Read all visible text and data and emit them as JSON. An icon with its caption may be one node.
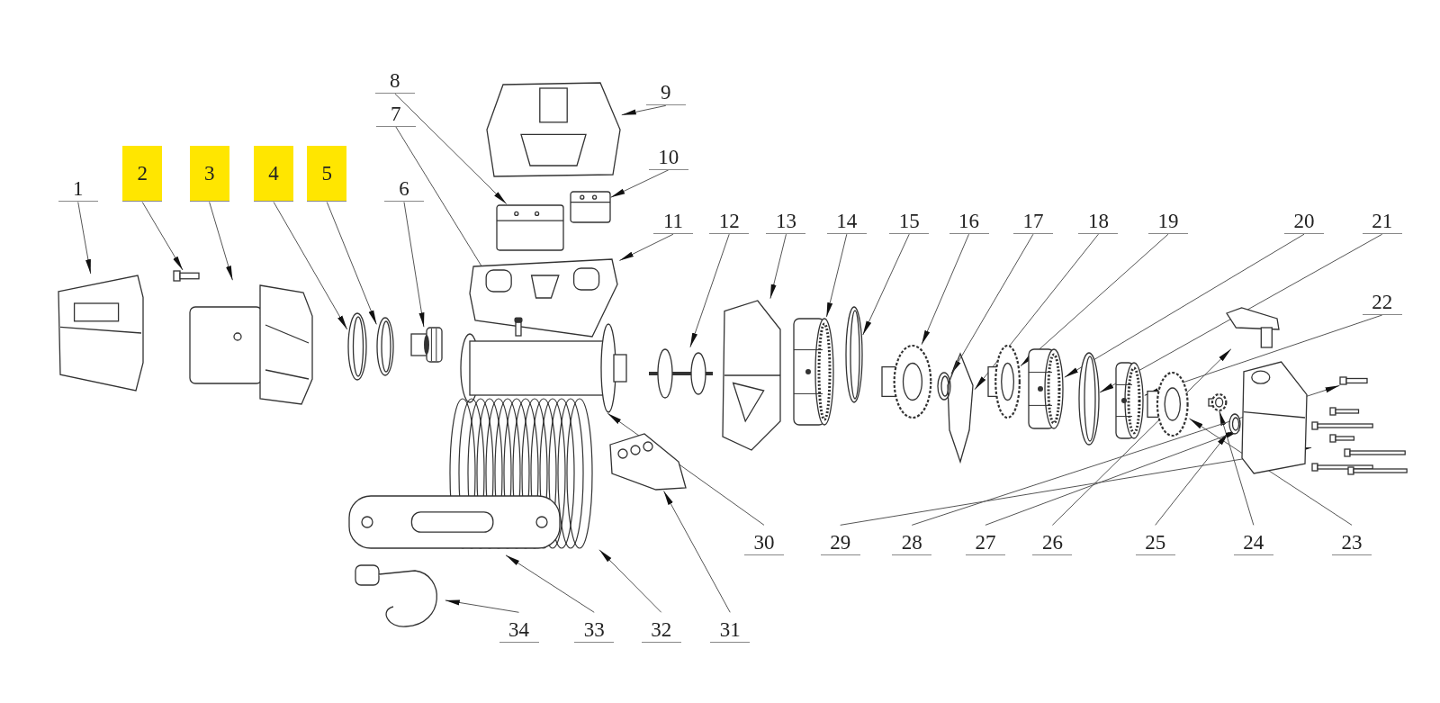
{
  "diagram": {
    "nodes": [
      {
        "text": [
          "1"
        ]
      },
      {
        "text": [
          "2"
        ]
      },
      {
        "text": [
          "3"
        ]
      },
      {
        "text": [
          "4"
        ]
      },
      {
        "text": [
          "5"
        ]
      },
      {
        "text": [
          "6"
        ]
      },
      {
        "text": [
          "7"
        ]
      },
      {
        "text": [
          "8"
        ]
      },
      {
        "text": [
          "9"
        ]
      },
      {
        "text": [
          "10"
        ]
      },
      {
        "text": [
          "11"
        ]
      },
      {
        "text": [
          "12"
        ]
      },
      {
        "text": [
          "13"
        ]
      },
      {
        "text": [
          "14"
        ]
      },
      {
        "text": [
          "15"
        ]
      },
      {
        "text": [
          "16"
        ]
      },
      {
        "text": [
          "17"
        ]
      },
      {
        "text": [
          "18"
        ]
      },
      {
        "text": [
          "19"
        ]
      },
      {
        "text": [
          "20"
        ]
      },
      {
        "text": [
          "21"
        ]
      },
      {
        "text": [
          "22"
        ]
      },
      {
        "text": [
          "23"
        ]
      },
      {
        "text": [
          "24"
        ]
      },
      {
        "text": [
          "25"
        ]
      },
      {
        "text": [
          "26"
        ]
      },
      {
        "text": [
          "27"
        ]
      },
      {
        "text": [
          "28"
        ]
      },
      {
        "text": [
          "29"
        ]
      },
      {
        "text": [
          "30"
        ]
      },
      {
        "text": [
          "31"
        ]
      },
      {
        "text": [
          "32"
        ]
      },
      {
        "text": [
          "33"
        ]
      },
      {
        "text": [
          "34"
        ]
      },
      {
        "text": [],
        "shape": "picture"
      },
      {
        "text": [],
        "shape": "picture"
      },
      {
        "text": [],
        "shape": "picture"
      },
      {
        "text": [],
        "shape": "picture"
      },
      {
        "text": [],
        "shape": "picture"
      },
      {
        "text": [],
        "shape": "picture"
      },
      {
        "text": [],
        "shape": "picture",
        "in": 44
      },
      {
        "text": [],
        "shape": "picture"
      },
      {
        "text": [],
        "shape": "picture"
      },
      {
        "text": [],
        "shape": "picture"
      },
      {
        "text": [],
        "shape": "picture"
      },
      {
        "text": [],
        "shape": "picture"
      },
      {
        "text": [],
        "shape": "picture"
      },
      {
        "text": [],
        "shape": "picture"
      },
      {
        "text": [],
        "shape": "picture"
      },
      {
        "text": [],
        "shape": "picture"
      },
      {
        "text": [],
        "shape": "picture"
      },
      {
        "text": [],
        "shape": "picture"
      },
      {
        "text": [],
        "shape": "picture"
      },
      {
        "text": [],
        "shape": "picture"
      },
      {
        "text": [],
        "shape": "picture"
      },
      {
        "text": [],
        "shape": "picture"
      },
      {
        "text": [],
        "shape": "picture"
      },
      {
        "text": [],
        "shape": "picture"
      },
      {
        "text": [],
        "shape": "picture"
      },
      {
        "text": [],
        "shape": "picture"
      },
      {
        "text": [],
        "shape": "picture"
      },
      {
        "text": [],
        "shape": "picture"
      },
      {
        "text": [],
        "shape": "picture"
      },
      {
        "text": [],
        "shape": "picture"
      },
      {
        "text": [],
        "shape": "picture"
      },
      {
        "text": [],
        "shape": "picture"
      },
      {
        "text": [],
        "shape": "picture"
      },
      {
        "text": [],
        "shape": "picture"
      }
    ],
    "edges": [
      {
        "from": 0,
        "to": 34,
        "arrow": "to"
      },
      {
        "from": 1,
        "to": 35,
        "arrow": "to"
      },
      {
        "from": 2,
        "to": 36,
        "arrow": "to"
      },
      {
        "from": 3,
        "to": 37,
        "arrow": "to"
      },
      {
        "from": 4,
        "to": 38,
        "arrow": "to"
      },
      {
        "from": 5,
        "to": 39,
        "arrow": "to"
      },
      {
        "from": 6,
        "to": 40,
        "arrow": "to"
      },
      {
        "from": 7,
        "to": 41,
        "arrow": "to"
      },
      {
        "from": 8,
        "to": 42,
        "arrow": "to"
      },
      {
        "from": 9,
        "to": 43,
        "arrow": "to"
      },
      {
        "from": 10,
        "to": 44,
        "arrow": "to"
      },
      {
        "from": 11,
        "to": 45,
        "arrow": "to"
      },
      {
        "from": 12,
        "to": 46,
        "arrow": "to"
      },
      {
        "from": 13,
        "to": 47,
        "arrow": "to"
      },
      {
        "from": 14,
        "to": 48,
        "arrow": "to"
      },
      {
        "from": 15,
        "to": 49,
        "arrow": "to"
      },
      {
        "from": 16,
        "to": 50,
        "arrow": "to"
      },
      {
        "from": 17,
        "to": 51,
        "arrow": "to"
      },
      {
        "from": 18,
        "to": 52,
        "arrow": "to"
      },
      {
        "from": 19,
        "to": 53,
        "arrow": "to"
      },
      {
        "from": 20,
        "to": 54,
        "arrow": "to"
      },
      {
        "from": 21,
        "to": 55,
        "arrow": "to"
      },
      {
        "from": 22,
        "to": 56,
        "arrow": "to"
      },
      {
        "from": 23,
        "to": 57,
        "arrow": "to"
      },
      {
        "from": 24,
        "to": 58,
        "arrow": "to"
      },
      {
        "from": 25,
        "to": 59,
        "arrow": "to"
      },
      {
        "from": 26,
        "to": 60,
        "arrow": "to"
      },
      {
        "from": 27,
        "to": 61,
        "arrow": "to"
      },
      {
        "from": 28,
        "to": 62,
        "arrow": "to"
      },
      {
        "from": 29,
        "to": 63,
        "arrow": "to"
      },
      {
        "from": 30,
        "to": 64,
        "arrow": "to"
      },
      {
        "from": 31,
        "to": 65,
        "arrow": "to"
      },
      {
        "from": 32,
        "to": 66,
        "arrow": "to"
      },
      {
        "from": 33,
        "to": 67,
        "arrow": "to"
      }
    ]
  }
}
